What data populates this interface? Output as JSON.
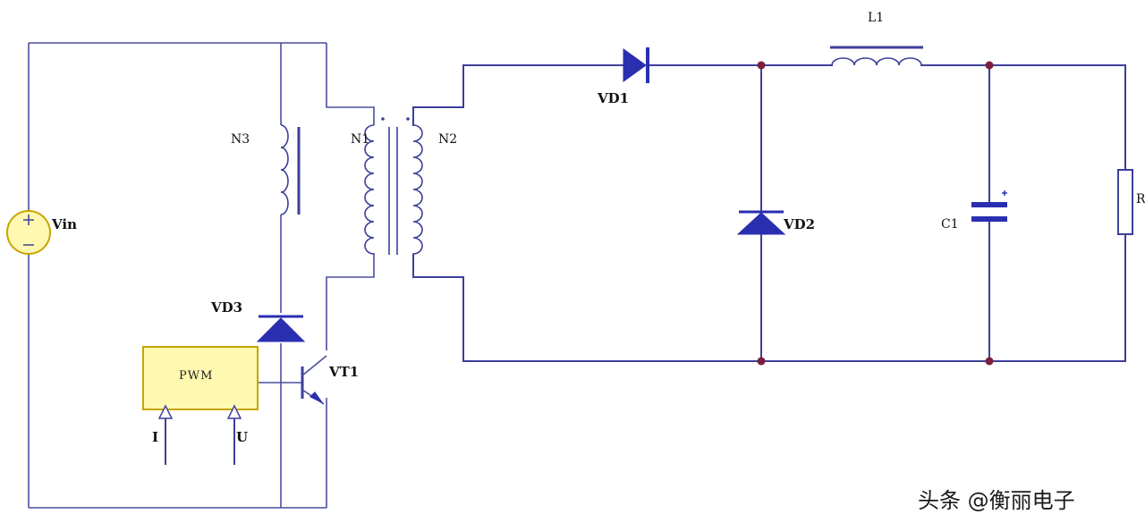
{
  "labels": {
    "vin": "Vin",
    "n3": "N3",
    "n1": "N1",
    "n2": "N2",
    "vd1": "VD1",
    "vd2": "VD2",
    "vd3": "VD3",
    "l1": "L1",
    "c1": "C1",
    "vt1": "VT1",
    "pwm": "PWM",
    "i": "I",
    "u": "U",
    "r": "R"
  },
  "watermark": "头条 @衡丽电子",
  "colors": {
    "wire": "#3d3f9a",
    "diode": "#2a2fb0",
    "pwm_fill": "#fff8b0",
    "pwm_border": "#c8a400",
    "source_fill": "#fff8b0",
    "junction": "#7a1f3d"
  }
}
